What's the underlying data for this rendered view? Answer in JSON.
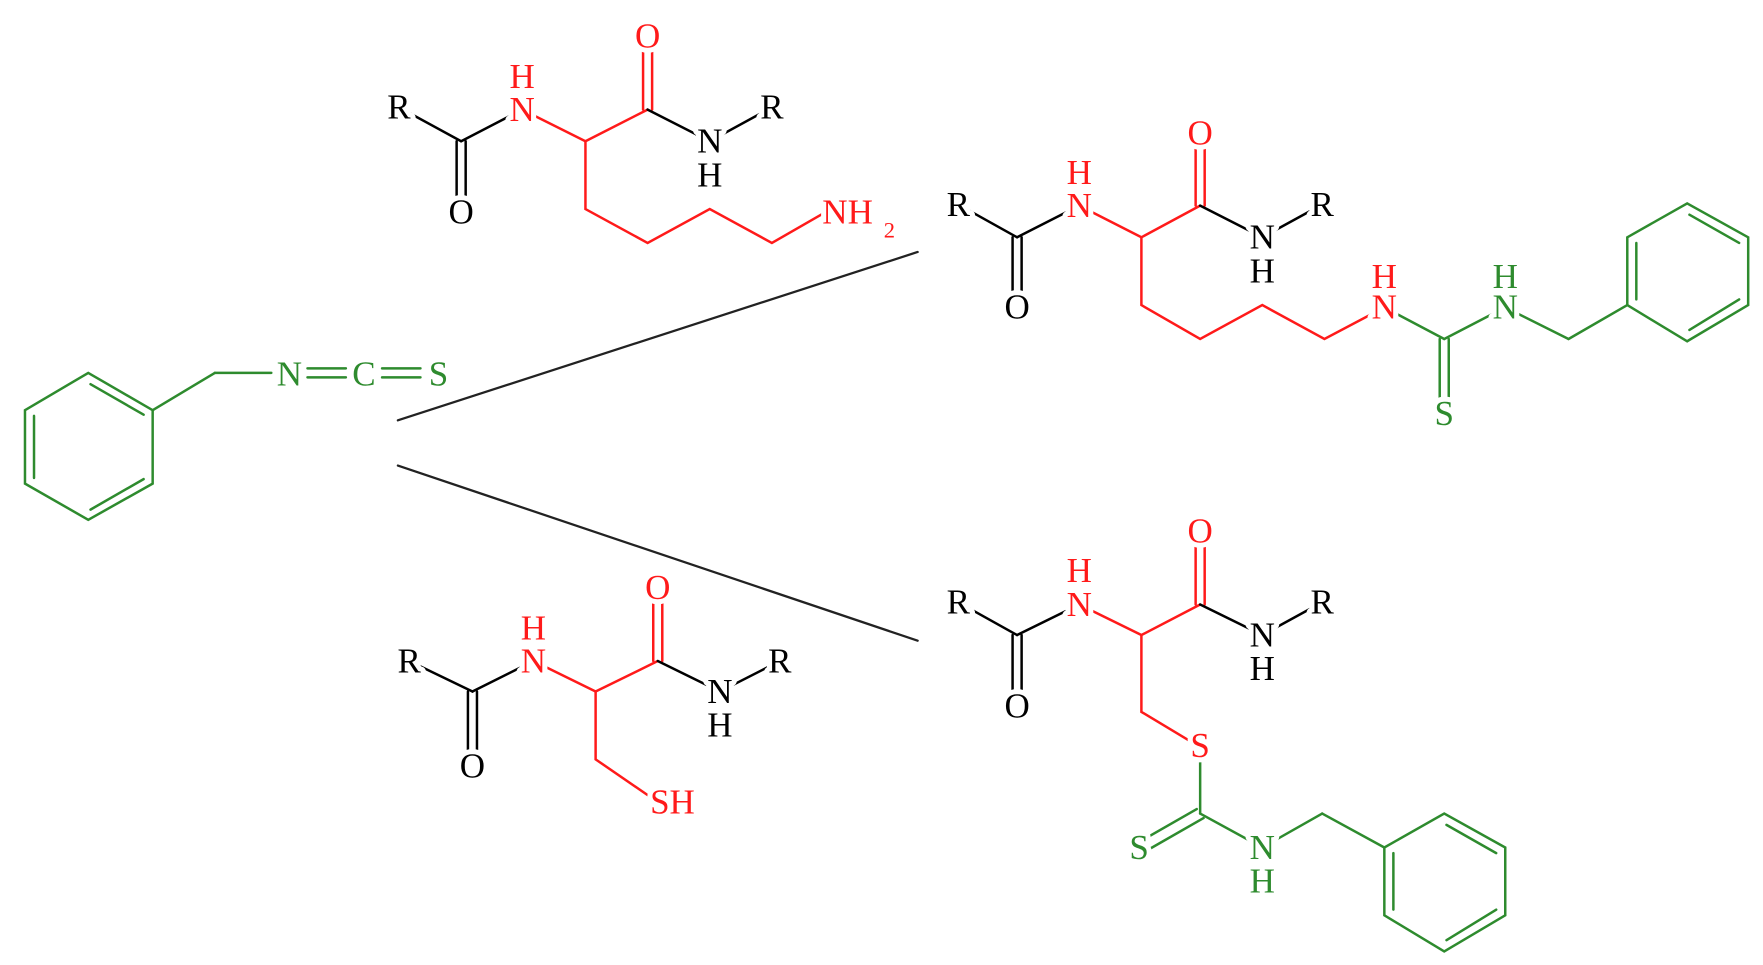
{
  "colors": {
    "backbone": "#000000",
    "residue": "#ff1a1a",
    "reagent": "#2e8b2e",
    "arrow": "#222222"
  },
  "reagent": {
    "n": "N",
    "c": "C",
    "s": "S"
  },
  "lysine": {
    "r_left": "R",
    "carbonyl_o": "O",
    "nh_n": "N",
    "nh_h": "H",
    "amide_o": "O",
    "amide_n": "N",
    "amide_h": "H",
    "r_right": "R",
    "side_chain": "NH",
    "side_chain_sub": "2"
  },
  "cysteine": {
    "r_left": "R",
    "carbonyl_o": "O",
    "nh_n": "N",
    "nh_h": "H",
    "amide_o": "O",
    "amide_n": "N",
    "amide_h": "H",
    "r_right": "R",
    "thiol": "SH"
  },
  "thiourea_product": {
    "r_left": "R",
    "carbonyl_o": "O",
    "nh_n": "N",
    "nh_h": "H",
    "amide_o": "O",
    "amide_n": "N",
    "amide_h": "H",
    "r_right": "R",
    "lys_n": "N",
    "lys_h": "H",
    "thio_n": "N",
    "thio_h": "H",
    "thio_s": "S"
  },
  "dithiocarbamate_product": {
    "r_left": "R",
    "carbonyl_o": "O",
    "nh_n": "N",
    "nh_h": "H",
    "amide_o": "O",
    "amide_n": "N",
    "amide_h": "H",
    "r_right": "R",
    "s_link": "S",
    "thio_s": "S",
    "thio_n": "N",
    "thio_h": "H"
  }
}
